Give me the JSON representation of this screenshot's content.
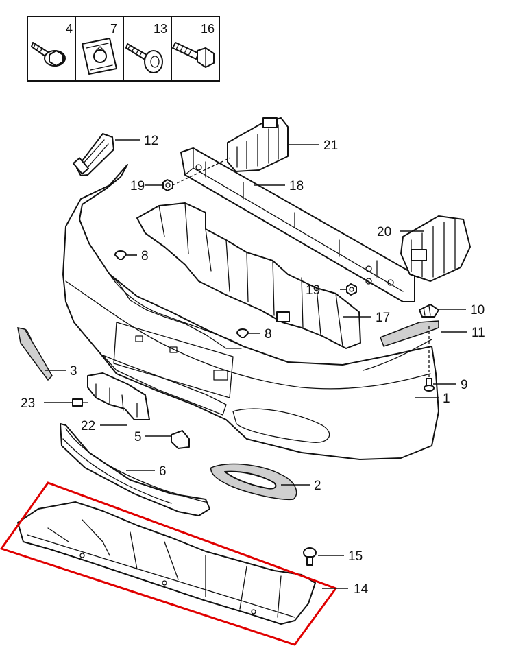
{
  "fastener_legend": [
    {
      "label": "4",
      "icon": "hex-flange-bolt-icon"
    },
    {
      "label": "7",
      "icon": "u-nut-clip-icon"
    },
    {
      "label": "13",
      "icon": "self-tapping-screw-icon"
    },
    {
      "label": "16",
      "icon": "hex-bolt-icon"
    }
  ],
  "callouts": {
    "c1": "1",
    "c2": "2",
    "c3": "3",
    "c5": "5",
    "c6": "6",
    "c8a": "8",
    "c8b": "8",
    "c9": "9",
    "c10": "10",
    "c11": "11",
    "c12": "12",
    "c14": "14",
    "c15": "15",
    "c17": "17",
    "c18": "18",
    "c19a": "19",
    "c19b": "19",
    "c20": "20",
    "c21": "21",
    "c22": "22",
    "c23": "23"
  },
  "highlight": {
    "part": "14",
    "color": "#e00000"
  },
  "colors": {
    "line": "#111111",
    "background": "#ffffff"
  }
}
